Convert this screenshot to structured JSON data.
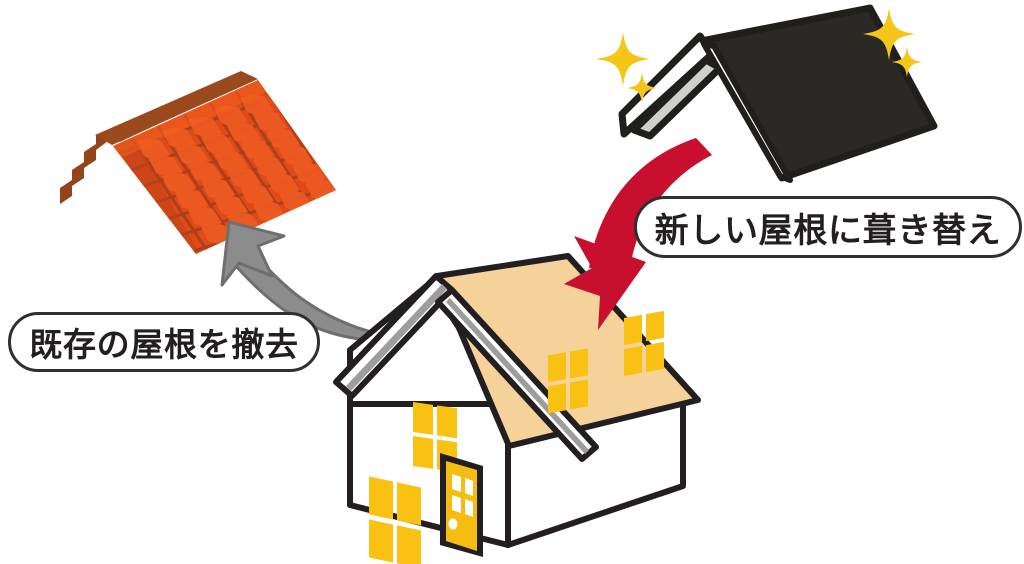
{
  "illustration": {
    "title": "屋根の葺き替え工事イラスト",
    "background_color": "#ffffff"
  },
  "labels": {
    "remove": {
      "text": "既存の屋根を撤去",
      "border_color": "#2f2f2f",
      "background_color": "#ffffff",
      "text_color": "#231f20"
    },
    "replace": {
      "text": "新しい屋根に葺き替え",
      "border_color": "#2f2f2f",
      "background_color": "#ffffff",
      "text_color": "#231f20"
    }
  },
  "arrows": {
    "remove_arrow": {
      "name": "gray-curved-arrow",
      "color": "#8c8c8c",
      "stroke": "#6f6f6f",
      "direction": "house-to-old-roof"
    },
    "install_arrow": {
      "name": "red-curved-arrow",
      "color": "#c8102e",
      "stroke": "#a60c24",
      "direction": "new-roof-to-house"
    }
  },
  "old_roof": {
    "name": "old-tile-roof",
    "tile_color": "#e04a18",
    "tile_shadow_color": "#b4441c",
    "ridge_color": "#a0501f",
    "edge_color": "#94431a",
    "tile_rows": 7,
    "tile_columns": 6
  },
  "new_roof": {
    "name": "new-black-roof",
    "panel_color": "#2b2926",
    "outline_color": "#211f1c",
    "underside_color": "#cfcfcf",
    "fascia_color": "#ffffff",
    "sparkle_color": "#f5c518",
    "sparkle_count": 4
  },
  "house": {
    "name": "house-body",
    "roof_deck_color": "#f5d29a",
    "wall_color": "#ffffff",
    "outline_color": "#231f20",
    "window_color": "#f9c212",
    "door_color": "#f5bc12",
    "fascia_color": "#ffffff",
    "fascia_shadow_color": "#9d9d9d",
    "window_count": 4,
    "door_count": 1
  }
}
